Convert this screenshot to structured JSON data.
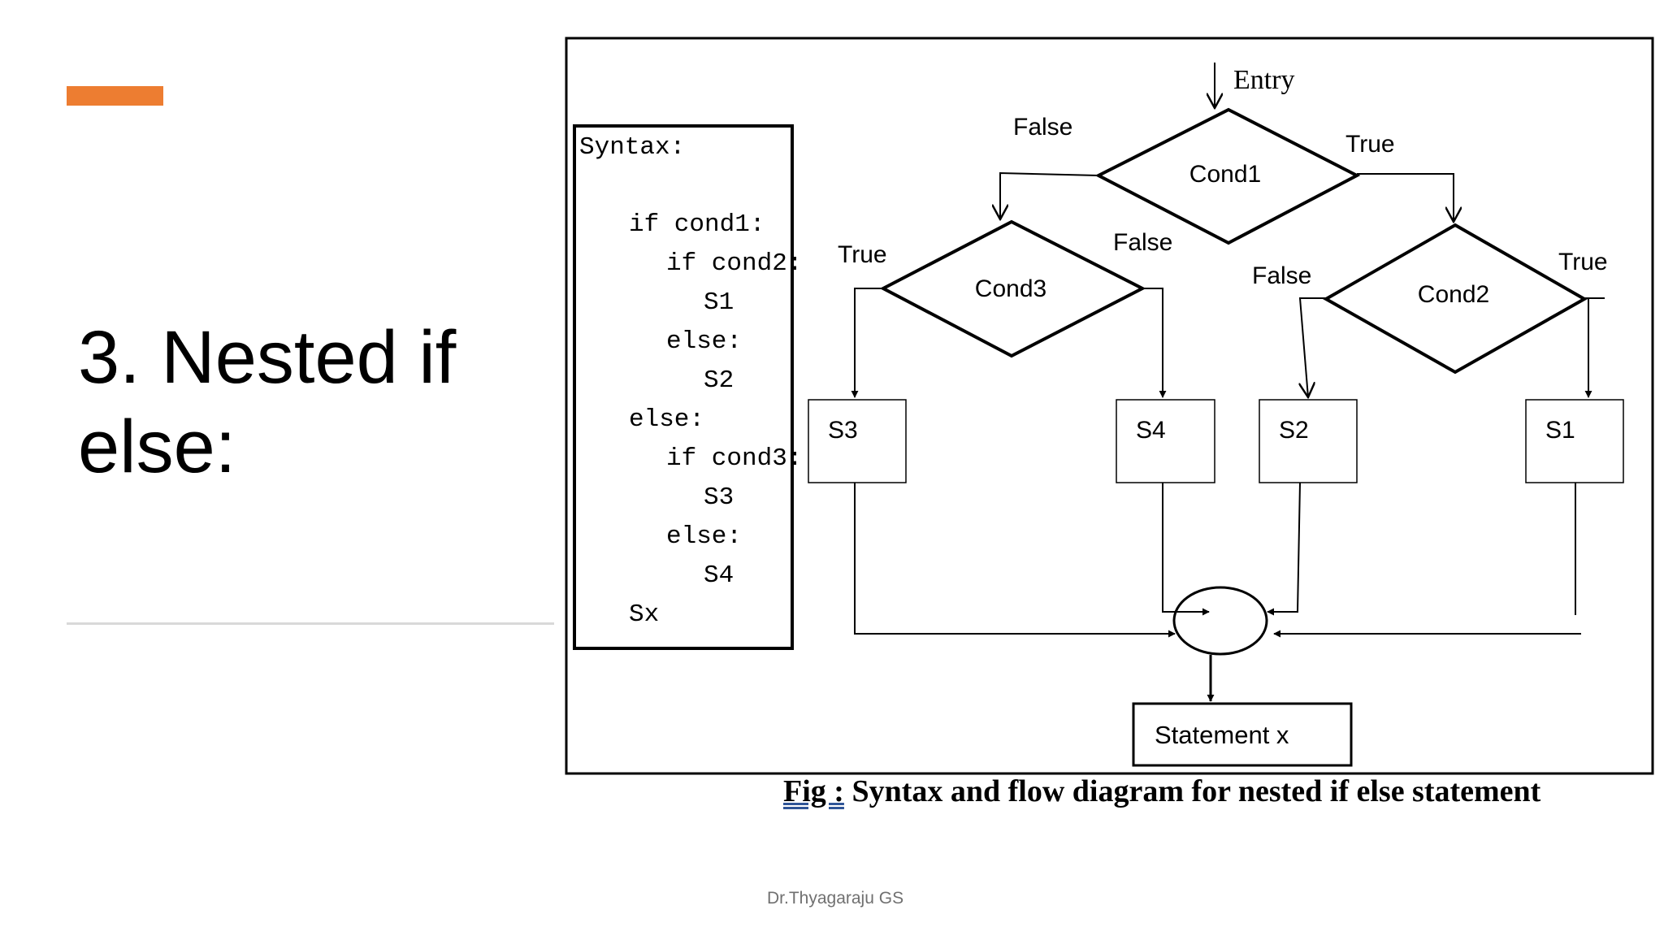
{
  "slide": {
    "title_number": "3.",
    "title_line1": "Nested if",
    "title_line2": "else:",
    "footer": "Dr.Thyagaraju GS",
    "accent_color": "#ED7D31"
  },
  "figure": {
    "caption_label": "Fig :",
    "caption_text": " Syntax and flow diagram for nested if else statement",
    "syntax": {
      "heading": "Syntax:",
      "lines": [
        "if cond1:",
        "if cond2:",
        "S1",
        "else:",
        "S2",
        "else:",
        "if cond3:",
        "S3",
        "else:",
        "S4",
        "Sx"
      ]
    },
    "flow": {
      "entry": "Entry",
      "cond1": "Cond1",
      "cond2": "Cond2",
      "cond3": "Cond3",
      "s1": "S1",
      "s2": "S2",
      "s3": "S3",
      "s4": "S4",
      "statement_x": "Statement x",
      "labels": {
        "cond1_false": "False",
        "cond1_true": "True",
        "cond3_true": "True",
        "cond3_false": "False",
        "cond2_false": "False",
        "cond2_true": "True"
      }
    }
  }
}
